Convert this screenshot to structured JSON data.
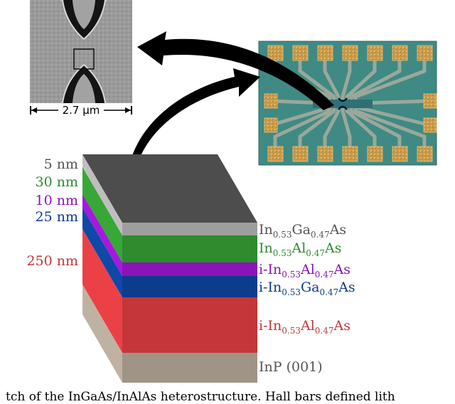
{
  "figure": {
    "scale_bar": "2.7 μm",
    "layers": [
      {
        "thickness": "5 nm",
        "color": "#9e9e9e",
        "label": [
          [
            "In"
          ],
          [
            "0.53",
            "sub"
          ],
          [
            "Ga"
          ],
          [
            "0.47",
            "sub"
          ],
          [
            "As"
          ]
        ],
        "label_color": "#555555"
      },
      {
        "thickness": "30 nm",
        "color": "#2e8b2e",
        "label": [
          [
            "In"
          ],
          [
            "0.53",
            "sub"
          ],
          [
            "Al"
          ],
          [
            "0.47",
            "sub"
          ],
          [
            "As"
          ]
        ],
        "label_color": "#2e8b2e"
      },
      {
        "thickness": "10 nm",
        "color": "#8a14b8",
        "label": [
          [
            "i-In"
          ],
          [
            "0.53",
            "sub"
          ],
          [
            "Al"
          ],
          [
            "0.47",
            "sub"
          ],
          [
            "As"
          ]
        ],
        "label_color": "#8a14b8"
      },
      {
        "thickness": "25 nm",
        "color": "#0c3c8c",
        "label": [
          [
            "i-In"
          ],
          [
            "0.53",
            "sub"
          ],
          [
            "Ga"
          ],
          [
            "0.47",
            "sub"
          ],
          [
            "As"
          ]
        ],
        "label_color": "#0c3c8c"
      },
      {
        "thickness": "250 nm",
        "color": "#c4363a",
        "label": [
          [
            "i-In"
          ],
          [
            "0.53",
            "sub"
          ],
          [
            "Al"
          ],
          [
            "0.47",
            "sub"
          ],
          [
            "As"
          ]
        ],
        "label_color": "#c4363a"
      },
      {
        "thickness": "",
        "color": "#a09487",
        "label": [
          [
            "InP (001)"
          ]
        ],
        "label_color": "#555555"
      }
    ],
    "thickness_colors": [
      "#555555",
      "#2e8b2e",
      "#8a14b8",
      "#0c3c8c",
      "#c4363a"
    ],
    "caption_fragment": "tch of the InGaAs/InAlAs heterostructure. Hall bars defined lith"
  }
}
